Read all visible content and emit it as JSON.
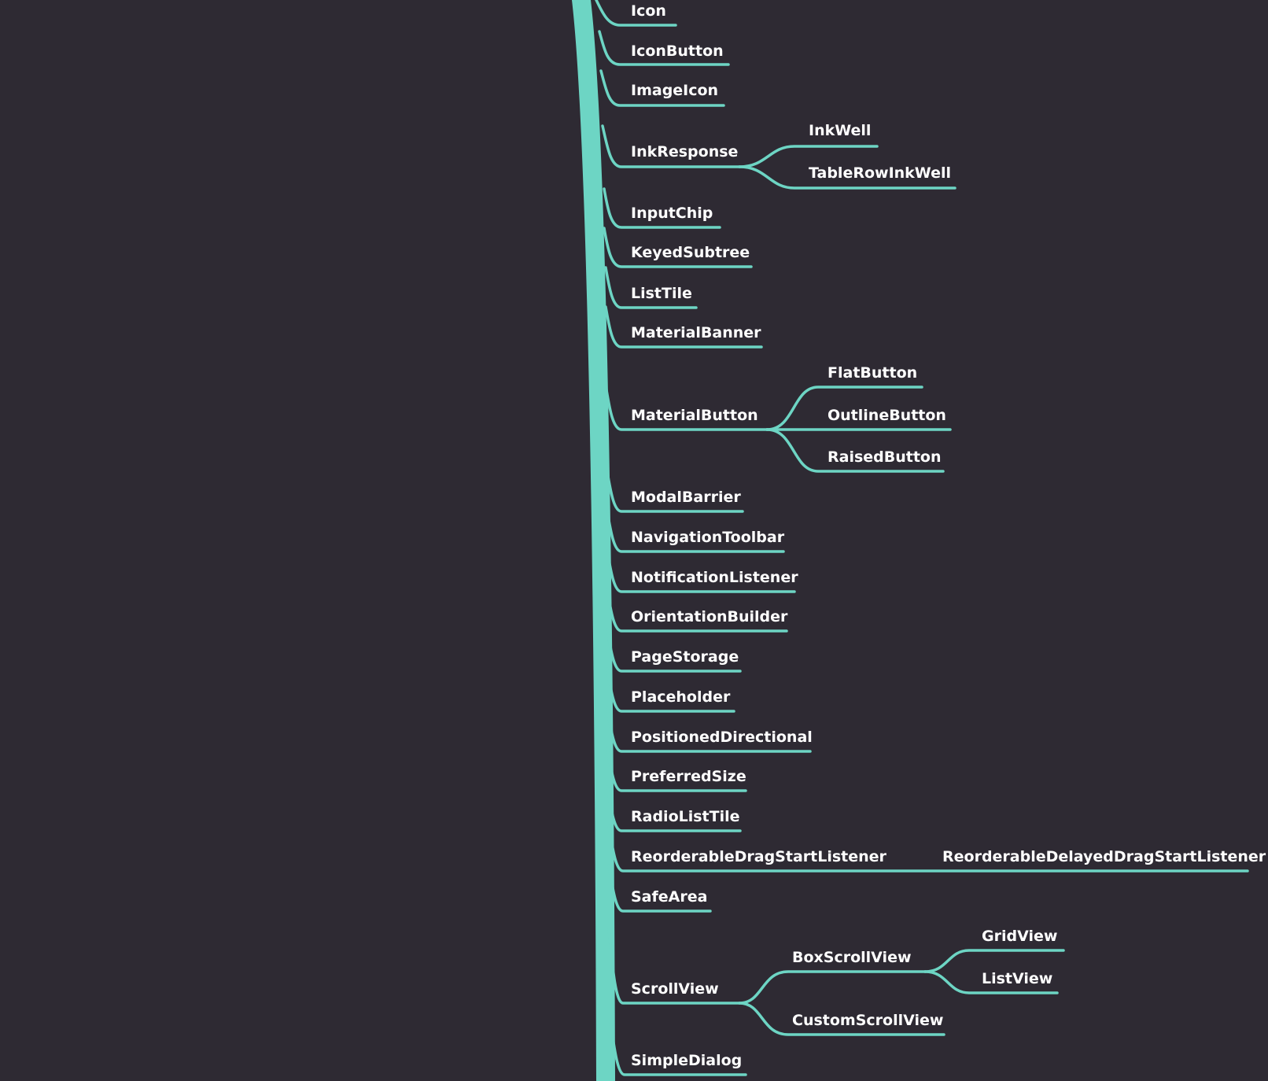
{
  "colors": {
    "background": "#2e2a33",
    "branch": "#6dd5c4",
    "text": "#ffffff"
  },
  "nodes": [
    {
      "id": "icon",
      "label": "Icon",
      "children": []
    },
    {
      "id": "iconbutton",
      "label": "IconButton",
      "children": []
    },
    {
      "id": "imageicon",
      "label": "ImageIcon",
      "children": []
    },
    {
      "id": "inkresponse",
      "label": "InkResponse",
      "children": [
        {
          "id": "inkwell",
          "label": "InkWell",
          "children": []
        },
        {
          "id": "tablerowinkwell",
          "label": "TableRowInkWell",
          "children": []
        }
      ]
    },
    {
      "id": "inputchip",
      "label": "InputChip",
      "children": []
    },
    {
      "id": "keyedsubtree",
      "label": "KeyedSubtree",
      "children": []
    },
    {
      "id": "listtile",
      "label": "ListTile",
      "children": []
    },
    {
      "id": "materialbanner",
      "label": "MaterialBanner",
      "children": []
    },
    {
      "id": "materialbutton",
      "label": "MaterialButton",
      "children": [
        {
          "id": "flatbutton",
          "label": "FlatButton",
          "children": []
        },
        {
          "id": "outlinebutton",
          "label": "OutlineButton",
          "children": []
        },
        {
          "id": "raisedbutton",
          "label": "RaisedButton",
          "children": []
        }
      ]
    },
    {
      "id": "modalbarrier",
      "label": "ModalBarrier",
      "children": []
    },
    {
      "id": "navigationtoolbar",
      "label": "NavigationToolbar",
      "children": []
    },
    {
      "id": "notificationlistener",
      "label": "NotificationListener",
      "children": []
    },
    {
      "id": "orientationbuilder",
      "label": "OrientationBuilder",
      "children": []
    },
    {
      "id": "pagestorage",
      "label": "PageStorage",
      "children": []
    },
    {
      "id": "placeholder",
      "label": "Placeholder",
      "children": []
    },
    {
      "id": "positioneddirectional",
      "label": "PositionedDirectional",
      "children": []
    },
    {
      "id": "preferredsize",
      "label": "PreferredSize",
      "children": []
    },
    {
      "id": "radiolisttile",
      "label": "RadioListTile",
      "children": []
    },
    {
      "id": "reorderabledragstartlistener",
      "label": "ReorderableDragStartListener",
      "children": [
        {
          "id": "reorderabledelayeddragstartlistener",
          "label": "ReorderableDelayedDragStartListener",
          "children": []
        }
      ]
    },
    {
      "id": "safearea",
      "label": "SafeArea",
      "children": []
    },
    {
      "id": "scrollview",
      "label": "ScrollView",
      "children": [
        {
          "id": "boxscrollview",
          "label": "BoxScrollView",
          "children": [
            {
              "id": "gridview",
              "label": "GridView",
              "children": []
            },
            {
              "id": "listview",
              "label": "ListView",
              "children": []
            }
          ]
        },
        {
          "id": "customscrollview",
          "label": "CustomScrollView",
          "children": []
        }
      ]
    },
    {
      "id": "simpledialog",
      "label": "SimpleDialog",
      "children": []
    }
  ]
}
